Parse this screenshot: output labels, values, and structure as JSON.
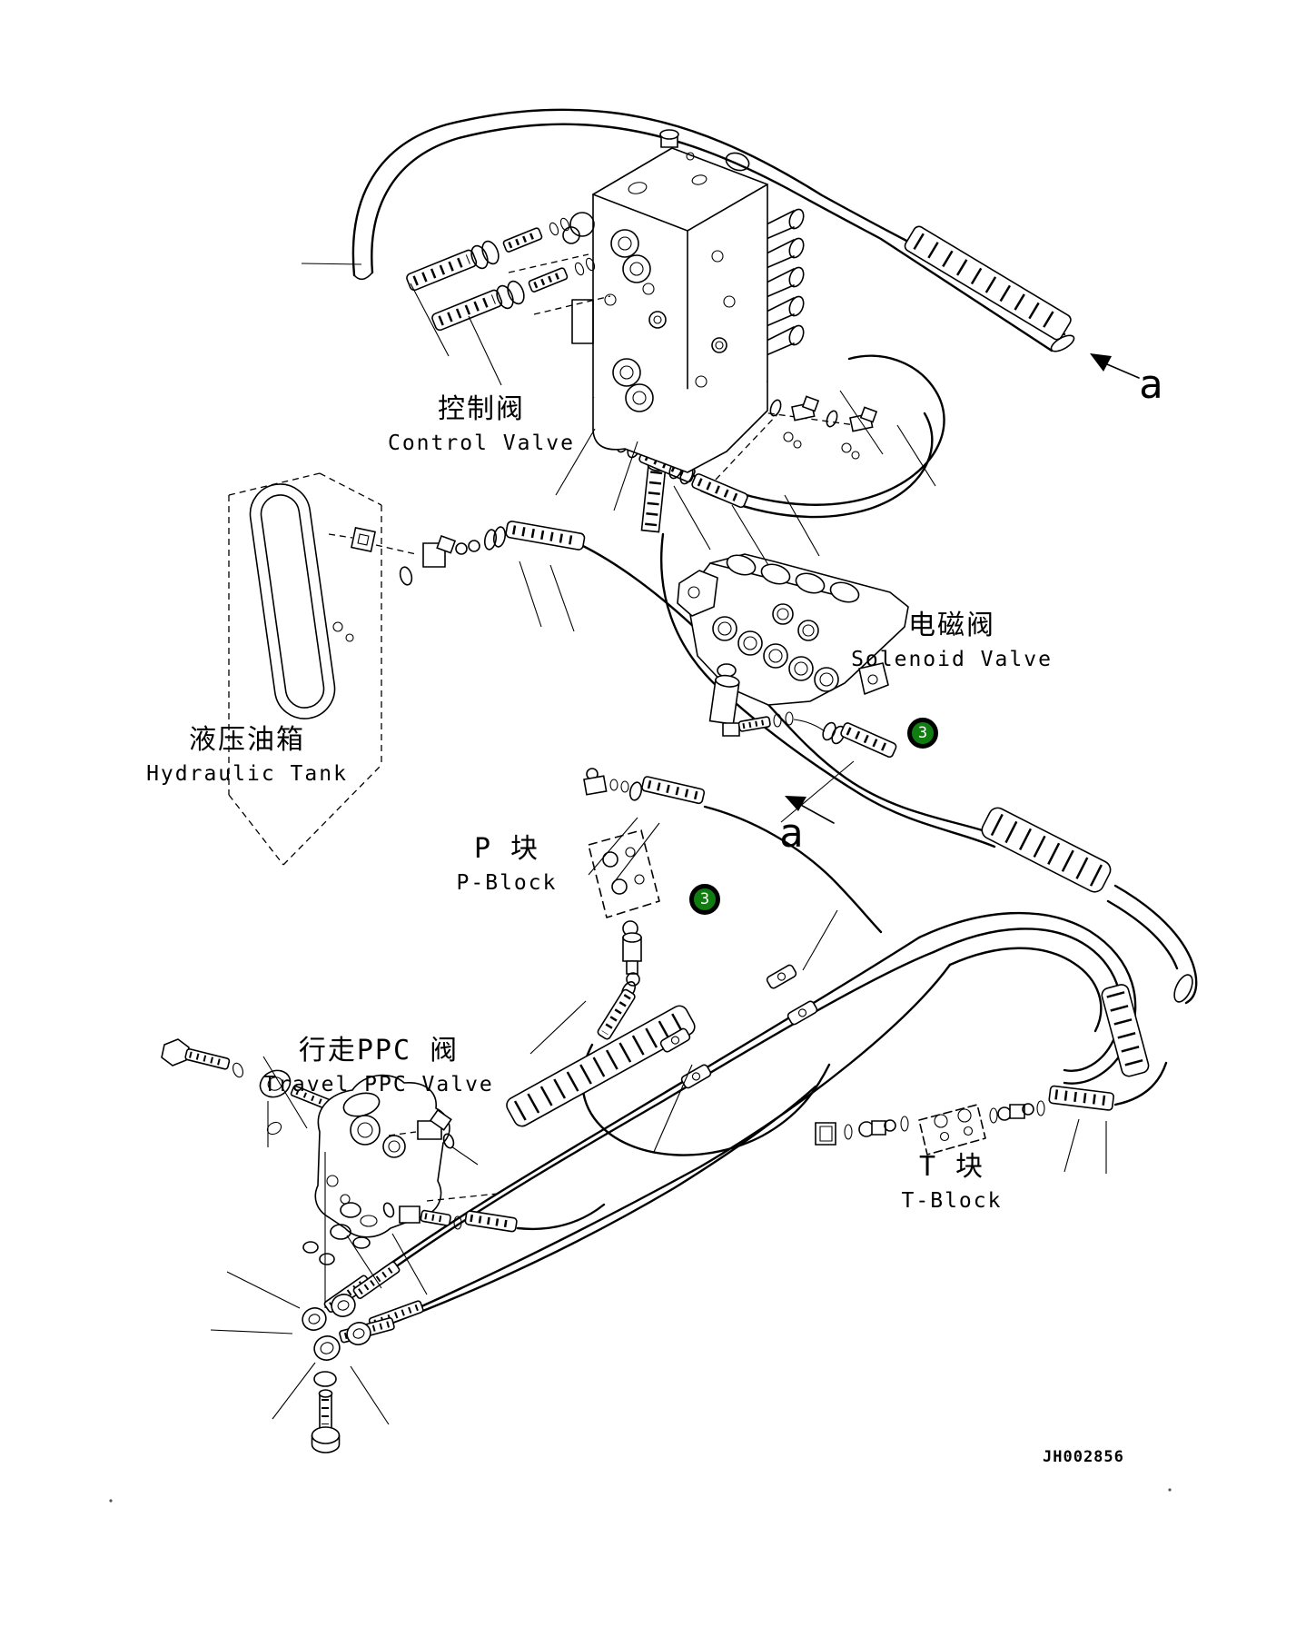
{
  "figure": {
    "drawing_number": "JH002856",
    "components": [
      {
        "id": "control_valve",
        "name_zh": "控制阀",
        "name_en": "Control Valve"
      },
      {
        "id": "hydraulic_tank",
        "name_zh": "液压油箱",
        "name_en": "Hydraulic Tank"
      },
      {
        "id": "solenoid_valve",
        "name_zh": "电磁阀",
        "name_en": "Solenoid Valve"
      },
      {
        "id": "p_block",
        "name_zh": "P 块",
        "name_en": "P-Block"
      },
      {
        "id": "travel_ppc_valve",
        "name_zh": "行走PPC 阀",
        "name_en": "Travel PPC Valve"
      },
      {
        "id": "t_block",
        "name_zh": "T 块",
        "name_en": "T-Block"
      }
    ],
    "callouts": [
      {
        "number": "3",
        "location": "near-solenoid-valve"
      },
      {
        "number": "3",
        "location": "near-p-block"
      }
    ],
    "view_arrows": [
      {
        "label": "a",
        "location": "top-right-hose-end"
      },
      {
        "label": "a",
        "location": "middle-hose"
      }
    ],
    "colors": {
      "line": "#000000",
      "background": "#ffffff",
      "callout_fill": "#0f7d0f",
      "callout_border": "#000000",
      "callout_text": "#ffffff"
    }
  }
}
